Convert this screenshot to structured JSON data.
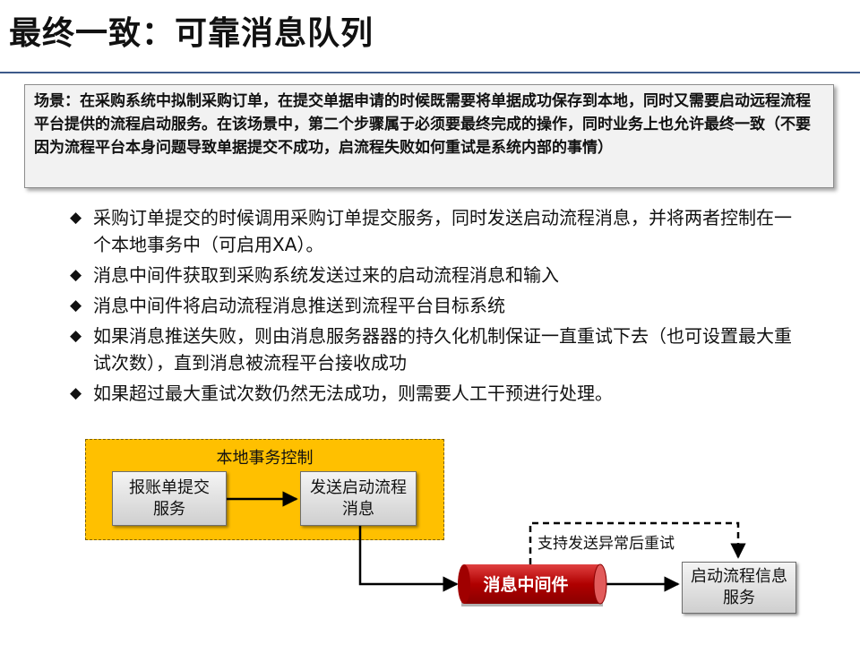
{
  "title": "最终一致：可靠消息队列",
  "scenario": "场景：在采购系统中拟制采购订单，在提交单据申请的时候既需要将单据成功保存到本地，同时又需要启动远程流程平台提供的流程启动服务。在该场景中，第二个步骤属于必须要最终完成的操作，同时业务上也允许最终一致（不要因为流程平台本身问题导致单据提交不成功，启流程失败如何重试是系统内部的事情）",
  "bullet_marker": "◆",
  "bullets": [
    "采购订单提交的时候调用采购订单提交服务，同时发送启动流程消息，并将两者控制在一个本地事务中（可启用XA）。",
    "消息中间件获取到采购系统发送过来的启动流程消息和输入",
    "消息中间件将启动流程消息推送到流程平台目标系统",
    "如果消息推送失败，则由消息服务器器的持久化机制保证一直重试下去（也可设置最大重试次数），直到消息被流程平台接收成功",
    "如果超过最大重试次数仍然无法成功，则需要人工干预进行处理。"
  ],
  "diagram": {
    "local_tx_label": "本地事务控制",
    "submit_box": "报账单提交服务",
    "send_box": "发送启动流程消息",
    "middleware": "消息中间件",
    "flow_service": "启动流程信息服务",
    "retry_label": "支持发送异常后重试"
  },
  "colors": {
    "title_rule": "#3d5a8a",
    "local_tx_fill": "#ffc000",
    "middleware_fill": "#c00000",
    "box_fill": "#dcdcdc"
  }
}
